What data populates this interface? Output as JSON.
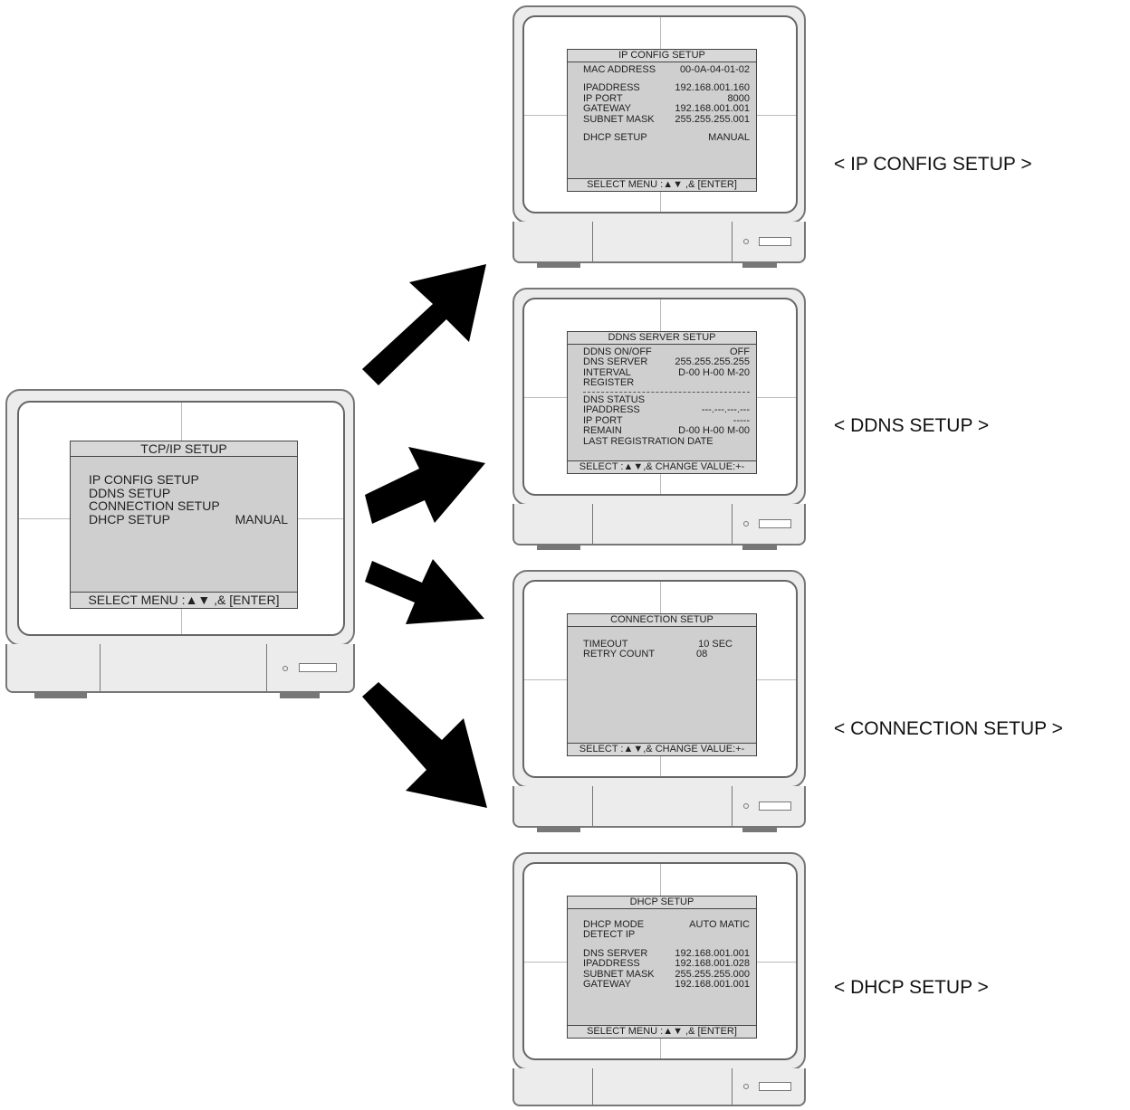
{
  "main_menu": {
    "title": "TCP/IP SETUP",
    "items": [
      {
        "label": "IP CONFIG SETUP",
        "value": ""
      },
      {
        "label": "DDNS SETUP",
        "value": ""
      },
      {
        "label": "CONNECTION SETUP",
        "value": ""
      },
      {
        "label": "DHCP SETUP",
        "value": "MANUAL"
      }
    ],
    "footer": "SELECT MENU :▲▼ ,& [ENTER]"
  },
  "ip_config": {
    "title": "IP CONFIG SETUP",
    "mac_label": "MAC ADDRESS",
    "mac_value": "00-0A-04-01-02",
    "ip_label": "IPADDRESS",
    "ip_value": "192.168.001.160",
    "port_label": "IP PORT",
    "port_value": "8000",
    "gateway_label": "GATEWAY",
    "gateway_value": "192.168.001.001",
    "subnet_label": "SUBNET MASK",
    "subnet_value": "255.255.255.001",
    "dhcp_label": "DHCP SETUP",
    "dhcp_value": "MANUAL",
    "footer": "SELECT MENU :▲▼ ,& [ENTER]",
    "caption": "< IP CONFIG SETUP >"
  },
  "ddns": {
    "title": "DDNS SERVER SETUP",
    "onoff_label": "DDNS ON/OFF",
    "onoff_value": "OFF",
    "server_label": "DNS SERVER",
    "server_value": "255.255.255.255",
    "interval_label": "INTERVAL",
    "interval_value": "D-00 H-00 M-20",
    "register_label": "REGISTER",
    "status_label": "DNS STATUS",
    "ip_label": "IPADDRESS",
    "ip_value": "---.---.---.---",
    "port_label": "IP PORT",
    "port_value": "-----",
    "remain_label": "REMAIN",
    "remain_value": "D-00 H-00 M-00",
    "last_label": "LAST REGISTRATION DATE",
    "footer": "SELECT :▲▼,& CHANGE VALUE:+-",
    "caption": "< DDNS SETUP >"
  },
  "connection": {
    "title": "CONNECTION SETUP",
    "timeout_label": "TIMEOUT",
    "timeout_value": "10 SEC",
    "retry_label": "RETRY COUNT",
    "retry_value": "08",
    "footer": "SELECT :▲▼,& CHANGE VALUE:+-",
    "caption": "< CONNECTION SETUP >"
  },
  "dhcp": {
    "title": "DHCP SETUP",
    "mode_label": "DHCP MODE",
    "mode_value": "AUTO MATIC",
    "detect_label": "DETECT IP",
    "dns_label": "DNS SERVER",
    "dns_value": "192.168.001.001",
    "ip_label": "IPADDRESS",
    "ip_value": "192.168.001.028",
    "subnet_label": "SUBNET MASK",
    "subnet_value": "255.255.255.000",
    "gateway_label": "GATEWAY",
    "gateway_value": "192.168.001.001",
    "footer": "SELECT MENU :▲▼ ,& [ENTER]",
    "caption": "< DHCP SETUP >"
  },
  "colors": {
    "arrow": "#000000",
    "osd_bg": "#cfcfcf",
    "bezel": "#ececec"
  }
}
